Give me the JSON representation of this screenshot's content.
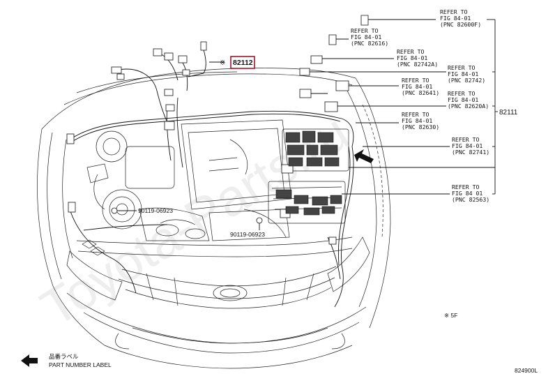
{
  "watermark": "Toyota-Parts.ru",
  "highlight": {
    "prefix": "※",
    "part_number": "82112",
    "color": "#a0152a"
  },
  "main_part": "82111",
  "bolts": [
    {
      "part_number": "90119-06923"
    },
    {
      "part_number": "90119-06923"
    }
  ],
  "refers": [
    {
      "l1": "REFER TO",
      "l2": "FIG 84-01",
      "l3": "(PNC 82600F)"
    },
    {
      "l1": "REFER TO",
      "l2": "FIG 84-01",
      "l3": "(PNC 82616)"
    },
    {
      "l1": "REFER TO",
      "l2": "FIG 84-01",
      "l3": "(PNC 82742A)"
    },
    {
      "l1": "REFER TO",
      "l2": "FIG 84-01",
      "l3": "(PNC 82742)"
    },
    {
      "l1": "REFER TO",
      "l2": "FIG 84-01",
      "l3": "(PNC 82641)"
    },
    {
      "l1": "REFER TO",
      "l2": "FIG 84-01",
      "l3": "(PNC 82620A)"
    },
    {
      "l1": "REFER TO",
      "l2": "FIG 84-01",
      "l3": "(PNC 82630)"
    },
    {
      "l1": "REFER TO",
      "l2": "FIG 84-01",
      "l3": "(PNC 82741)"
    },
    {
      "l1": "REFER TO",
      "l2": "FIG 84 01",
      "l3": "(PNC 82563)"
    }
  ],
  "note": "※ 5F",
  "legend": {
    "jp": "品番ラベル",
    "en": "PART NUMBER LABEL"
  },
  "figure_code": "824900L"
}
